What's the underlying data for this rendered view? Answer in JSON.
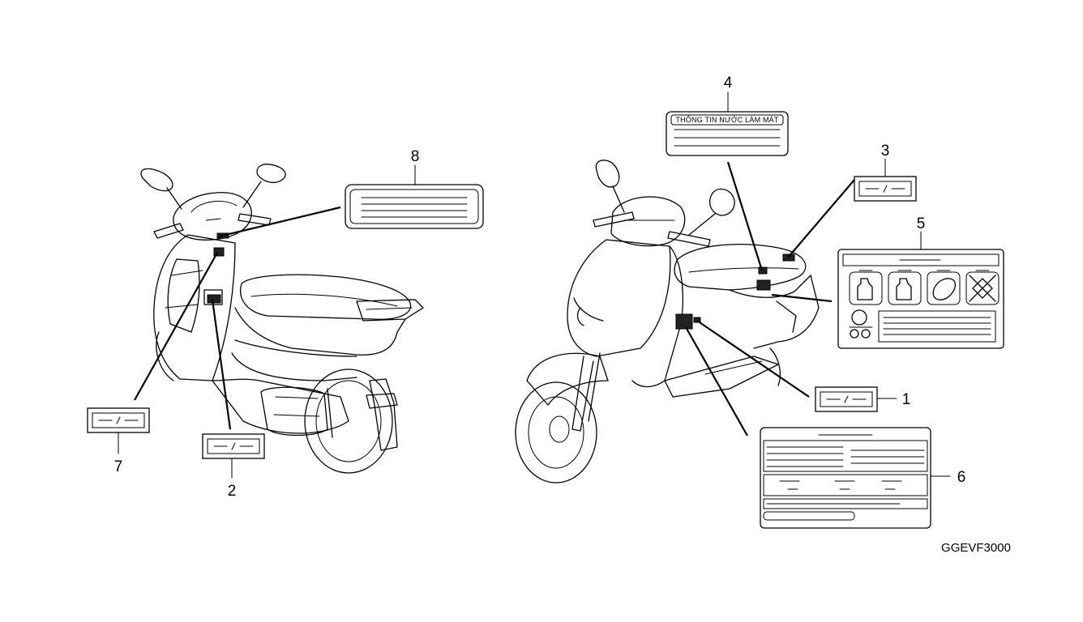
{
  "diagram_code": "GGEVF3000",
  "callouts": {
    "c1": "1",
    "c2": "2",
    "c3": "3",
    "c4": "4",
    "c5": "5",
    "c6": "6",
    "c7": "7",
    "c8": "8"
  },
  "label4_text": "THÔNG TIN NƯỚC LÀM MÁT"
}
